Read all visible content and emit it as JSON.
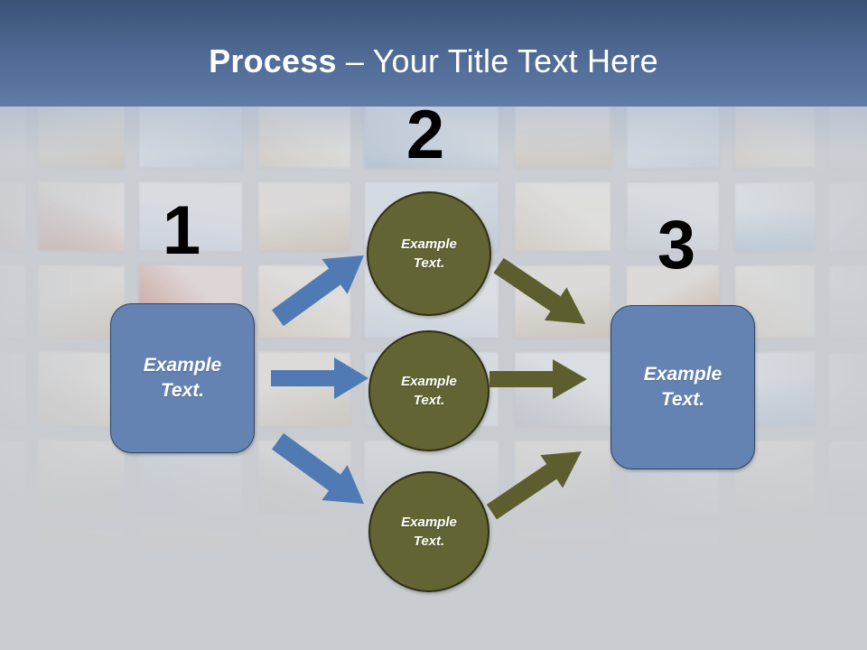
{
  "slide": {
    "title_bold": "Process",
    "title_regular": " – Your Title Text Here",
    "title_full": "Process – Your Title Text Here"
  },
  "colors": {
    "header_gradient_top": "#3B5277",
    "header_gradient_bottom": "#5F7CA6",
    "box_blue_fill": "#6483B3",
    "box_blue_outline": "#30425E",
    "circle_olive_fill": "#636434",
    "circle_olive_outline": "#2E2F16",
    "arrow_blue": "#4F7AB3",
    "arrow_olive": "#5D5E2D",
    "background_grey": "#C9CCD0",
    "number_black": "#000000",
    "shape_text_white": "#FFFFFF"
  },
  "steps": {
    "one": {
      "number": "1",
      "box_label": "Example\nText."
    },
    "two": {
      "number": "2"
    },
    "three": {
      "number": "3",
      "box_label": "Example\nText."
    }
  },
  "circles": [
    {
      "label": "Example\nText."
    },
    {
      "label": "Example\nText."
    },
    {
      "label": "Example\nText."
    }
  ],
  "arrows": [
    {
      "name": "input-to-circle-top",
      "direction": "up-right",
      "color": "#4F7AB3"
    },
    {
      "name": "input-to-circle-middle",
      "direction": "right",
      "color": "#4F7AB3"
    },
    {
      "name": "input-to-circle-bottom",
      "direction": "down-right",
      "color": "#4F7AB3"
    },
    {
      "name": "circle-top-to-output",
      "direction": "down-right",
      "color": "#5D5E2D"
    },
    {
      "name": "circle-middle-to-output",
      "direction": "right",
      "color": "#5D5E2D"
    },
    {
      "name": "circle-bottom-to-output",
      "direction": "up-right",
      "color": "#5D5E2D"
    }
  ],
  "background": {
    "description": "photo-wall-collage"
  }
}
